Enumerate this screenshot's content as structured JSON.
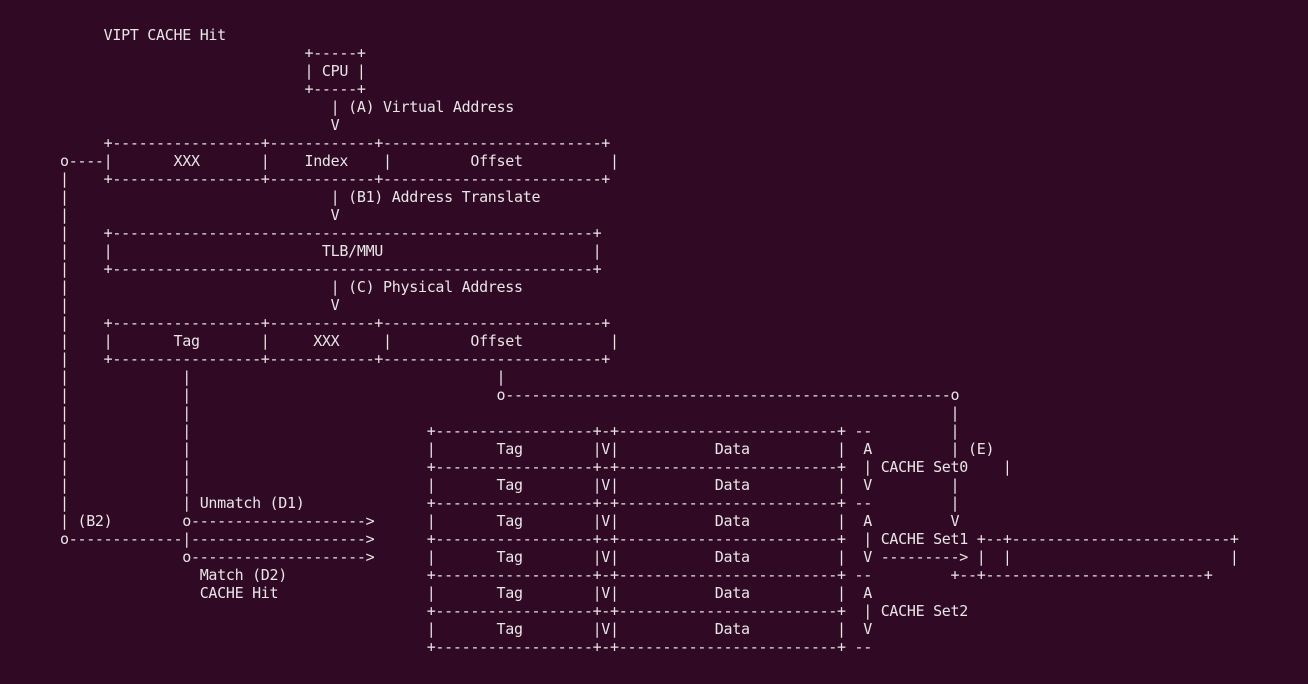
{
  "diagram": {
    "title": "VIPT CACHE Hit",
    "lines": [
      "     VIPT CACHE Hit",
      "                            +-----+",
      "                            | CPU |",
      "                            +-----+",
      "                               | (A) Virtual Address",
      "                               V",
      "     +-----------------+------------+-------------------------+",
      "o----|       XXX       |    Index    |         Offset          |",
      "|    +-----------------+------------+-------------------------+",
      "|                              | (B1) Address Translate",
      "|                              V",
      "|    +-------------------------------------------------------+",
      "|    |                        TLB/MMU                        |",
      "|    +-------------------------------------------------------+",
      "|                              | (C) Physical Address",
      "|                              V",
      "|    +-----------------+------------+-------------------------+",
      "|    |       Tag       |     XXX     |         Offset          |",
      "|    +-----------------+------------+-------------------------+",
      "|             |                                   |",
      "|             |                                   o---------------------------------------------------o",
      "|             |                                                                                       |",
      "|             |                           +------------------+-+-------------------------+ --         |",
      "|             |                           |       Tag        |V|           Data          |  A         | (E)",
      "|             |                           +------------------+-+-------------------------+  | CACHE Set0    |",
      "|             |                           |       Tag        |V|           Data          |  V         |",
      "|             | Unmatch (D1)              +------------------+-+-------------------------+ --         |",
      "| (B2)        o-------------------->      |       Tag        |V|           Data          |  A         V",
      "o-------------|-------------------->      +------------------+-+-------------------------+  | CACHE Set1 +--+-------------------------+",
      "              o-------------------->      |       Tag        |V|           Data          |  V ---------> |  |                         |",
      "                Match (D2)                +------------------+-+-------------------------+ --         +--+-------------------------+",
      "                CACHE Hit                 |       Tag        |V|           Data          |  A",
      "                                          +------------------+-+-------------------------+  | CACHE Set2",
      "                                          |       Tag        |V|           Data          |  V",
      "                                          +------------------+-+-------------------------+ --"
    ]
  }
}
